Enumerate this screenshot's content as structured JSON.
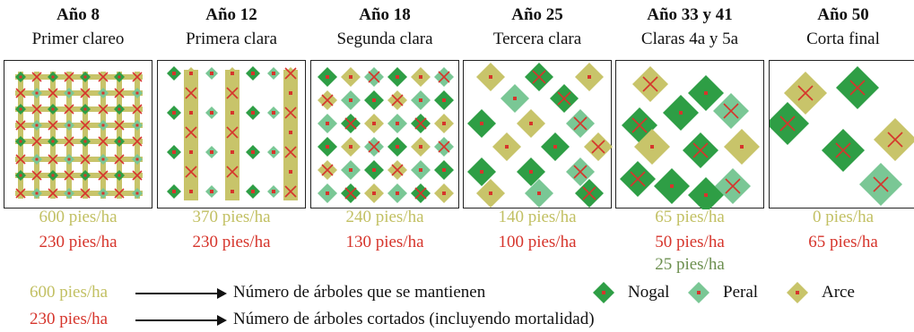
{
  "colors": {
    "nogal": "#2e9e45",
    "peral": "#7ac795",
    "arce": "#c8c46a",
    "marker": "#d6352c",
    "kept_text": "#c2c063",
    "cut_text": "#d6352c",
    "extra_text": "#6c8f4f"
  },
  "panels": [
    {
      "year": "Año 8",
      "stage": "Primer clareo",
      "kept": "600 pies/ha",
      "cut": "230 pies/ha",
      "extra": ""
    },
    {
      "year": "Año 12",
      "stage": "Primera clara",
      "kept": "370 pies/ha",
      "cut": "230 pies/ha",
      "extra": ""
    },
    {
      "year": "Año 18",
      "stage": "Segunda clara",
      "kept": "240 pies/ha",
      "cut": "130 pies/ha",
      "extra": ""
    },
    {
      "year": "Año 25",
      "stage": "Tercera clara",
      "kept": "140 pies/ha",
      "cut": "100 pies/ha",
      "extra": ""
    },
    {
      "year": "Año 33 y 41",
      "stage": "Claras 4a y 5a",
      "kept": "65 pies/ha",
      "cut": "50 pies/ha",
      "extra": "25 pies/ha"
    },
    {
      "year": "Año 50",
      "stage": "Corta final",
      "kept": "0 pies/ha",
      "cut": "65 pies/ha",
      "extra": ""
    }
  ],
  "legend": {
    "kept_sample": "600 pies/ha",
    "kept_desc": "Número de árboles que se mantienen",
    "cut_sample": "230 pies/ha",
    "cut_desc": "Número de árboles cortados (incluyendo mortalidad)",
    "species": [
      {
        "name": "Nogal",
        "icon": "walnut-tree-icon"
      },
      {
        "name": "Peral",
        "icon": "pear-tree-icon"
      },
      {
        "name": "Arce",
        "icon": "maple-tree-icon"
      }
    ]
  }
}
